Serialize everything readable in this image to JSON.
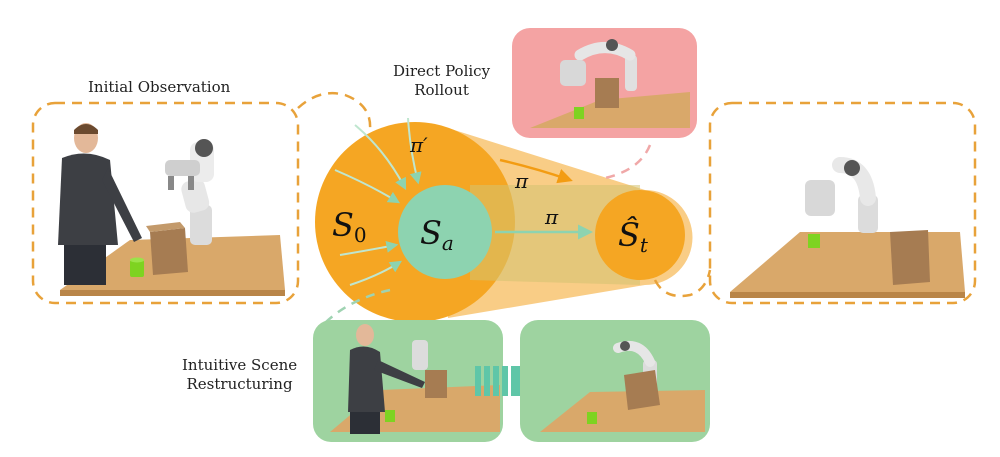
{
  "labels": {
    "initial_observation": "Initial Observation",
    "direct_policy_line1": "Direct Policy",
    "direct_policy_line2": "Rollout",
    "intuitive_line1": "Intuitive Scene",
    "intuitive_line2": "Restructuring"
  },
  "math": {
    "s0_base": "S",
    "s0_sub": "0",
    "sa_base": "S",
    "sa_sub": "a",
    "st_base": "Ŝ",
    "st_sub": "t",
    "pi": "π",
    "pi_prime": "π′"
  },
  "colors": {
    "orange": "#f5a623",
    "orange_light": "#f8c879",
    "green": "#8dd3b0",
    "green_panel": "#9ed3a0",
    "pink_panel": "#f4a3a3",
    "dash_orange": "#e8a23a",
    "dash_green": "#9fd3b2",
    "dash_pink": "#f0a8a8"
  }
}
